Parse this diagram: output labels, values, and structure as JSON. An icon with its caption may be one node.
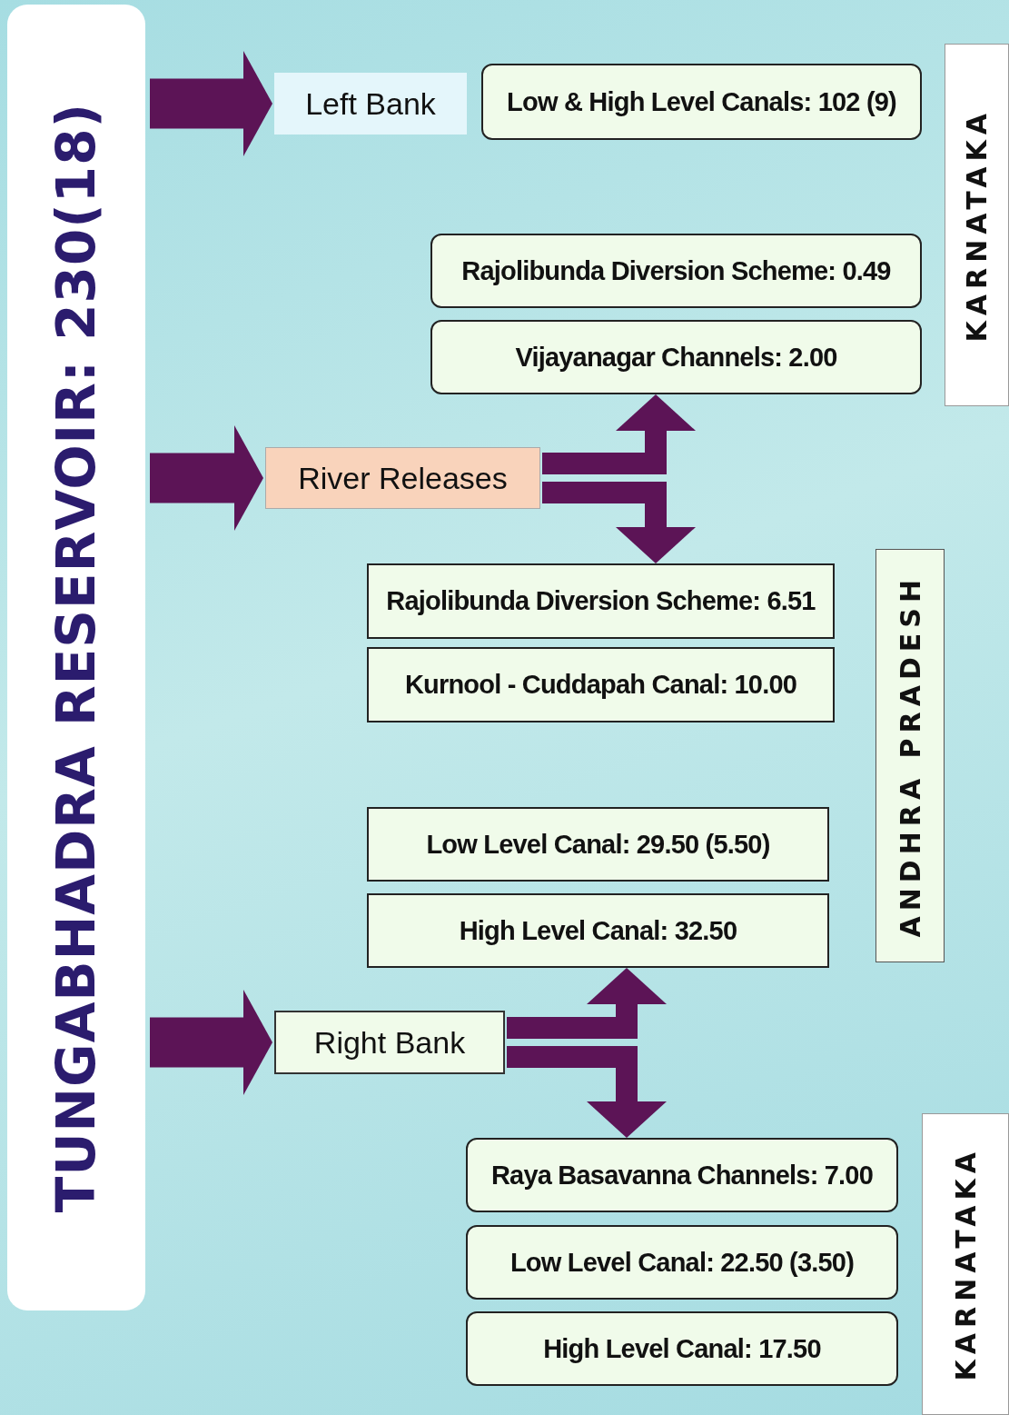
{
  "diagram": {
    "nodes": [
      {
        "text": [
          "TUNGABHADRA RESERVOIR: 230(18)"
        ]
      },
      {
        "text": [
          "Left Bank"
        ]
      },
      {
        "text": [
          "Low & High Level Canals: 102 (9)"
        ]
      },
      {
        "text": [
          "Rajolibunda Diversion Scheme: 0.49"
        ]
      },
      {
        "text": [
          "Vijayanagar Channels: 2.00"
        ]
      },
      {
        "text": [
          "River Releases"
        ]
      },
      {
        "text": [
          "Rajolibunda Diversion Scheme: 6.51"
        ]
      },
      {
        "text": [
          "Kurnool - Cuddapah Canal: 10.00"
        ]
      },
      {
        "text": [
          "Low Level Canal: 29.50 (5.50)"
        ]
      },
      {
        "text": [
          "High Level Canal: 32.50"
        ]
      },
      {
        "text": [
          "Right Bank"
        ]
      },
      {
        "text": [
          "Raya Basavanna Channels: 7.00"
        ]
      },
      {
        "text": [
          "Low Level Canal: 22.50 (3.50)"
        ]
      },
      {
        "text": [
          "High Level Canal: 17.50"
        ]
      },
      {
        "text": [
          "KARNATAKA"
        ]
      },
      {
        "text": [
          "ANDHRA PRADESH"
        ]
      },
      {
        "text": [
          "KARNATAKA"
        ]
      }
    ],
    "edges": [
      {
        "from": 0,
        "to": 1,
        "arrow": "to",
        "style": "thick"
      },
      {
        "from": 0,
        "to": 5,
        "arrow": "to",
        "style": "thick"
      },
      {
        "from": 0,
        "to": 10,
        "arrow": "to",
        "style": "thick"
      },
      {
        "from": 5,
        "to": 4,
        "arrow": "to"
      },
      {
        "from": 5,
        "to": 6,
        "arrow": "to"
      },
      {
        "from": 10,
        "to": 9,
        "arrow": "to"
      },
      {
        "from": 10,
        "to": 11,
        "arrow": "to"
      }
    ]
  }
}
